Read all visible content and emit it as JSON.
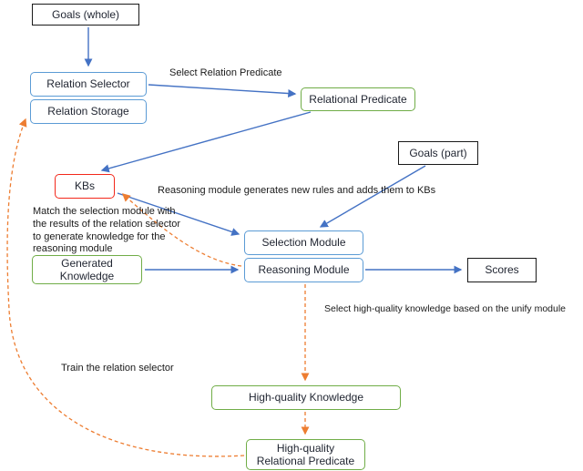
{
  "colors": {
    "blue_arrow": "#4472c4",
    "blue_box_border": "#5b9bd5",
    "green_box_border": "#70ad47",
    "red_box_border": "#f3281b",
    "black_box_border": "#1a1a1a",
    "orange_dashed": "#ed7d31"
  },
  "nodes": {
    "goals_whole": {
      "label": "Goals (whole)"
    },
    "relation_selector": {
      "label": "Relation Selector"
    },
    "relation_storage": {
      "label": "Relation Storage"
    },
    "relational_predicate": {
      "label": "Relational Predicate"
    },
    "goals_part": {
      "label": "Goals (part)"
    },
    "kbs": {
      "label": "KBs"
    },
    "selection_module": {
      "label": "Selection Module"
    },
    "reasoning_module": {
      "label": "Reasoning Module"
    },
    "generated_knowledge": {
      "label": "Generated\nKnowledge"
    },
    "scores": {
      "label": "Scores"
    },
    "high_quality_knowledge": {
      "label": "High-quality Knowledge"
    },
    "high_quality_relational_predicate": {
      "label": "High-quality\nRelational Predicate"
    }
  },
  "annotations": {
    "select_relation_predicate": "Select Relation Predicate",
    "reasoning_adds_kbs": "Reasoning module generates new rules and adds them to KBs",
    "match_selection": "Match the selection module with\nthe results of the relation selector\nto generate knowledge for the\nreasoning module",
    "select_high_quality": "Select high-quality knowledge based on the unify module",
    "train_relation_selector": "Train the relation selector"
  }
}
